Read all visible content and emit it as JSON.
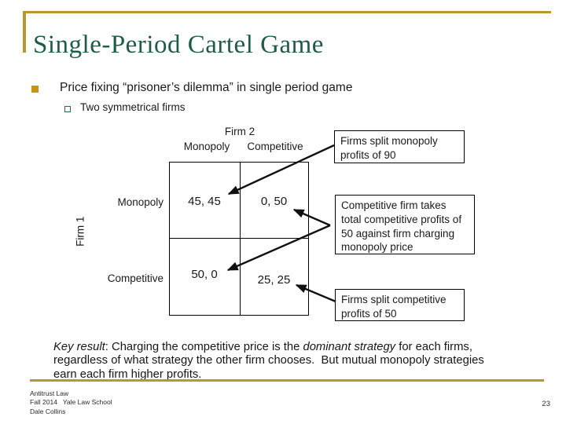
{
  "slide": {
    "title": "Single-Period Cartel Game",
    "bullet": "Price fixing “prisoner’s dilemma” in single period game",
    "sub_bullet": "Two symmetrical firms",
    "page_number": "23"
  },
  "matrix": {
    "col_player": "Firm 2",
    "row_player": "Firm 1",
    "col_labels": [
      "Monopoly",
      "Competitive"
    ],
    "row_labels": [
      "Monopoly",
      "Competitive"
    ],
    "cells": [
      [
        "45, 45",
        "0, 50"
      ],
      [
        "50, 0",
        "25, 25"
      ]
    ]
  },
  "callouts": [
    {
      "text": "Firms split monopoly profits of 90"
    },
    {
      "text": "Competitive firm takes total competitive profits of 50 against firm charging monopoly price"
    },
    {
      "text": "Firms split competitive profits of 50"
    }
  ],
  "key_result_segments": [
    {
      "t": "Key result",
      "i": true
    },
    {
      "t": ": Charging the competitive price is the ",
      "i": false
    },
    {
      "t": "dominant strategy",
      "i": true
    },
    {
      "t": " for each firms, regardless of what strategy the other firm chooses.  But mutual monopoly strategies earn each firm higher profits.",
      "i": false
    }
  ],
  "footer": {
    "lines": [
      "Antitrust Law",
      "Fall 2014   Yale Law School",
      "Dale Collins"
    ]
  },
  "colors": {
    "gold": "#B5982F",
    "title_green": "#1E5C46",
    "bullet_gold": "#C79413",
    "sub_bullet_green": "#2F6B50"
  }
}
